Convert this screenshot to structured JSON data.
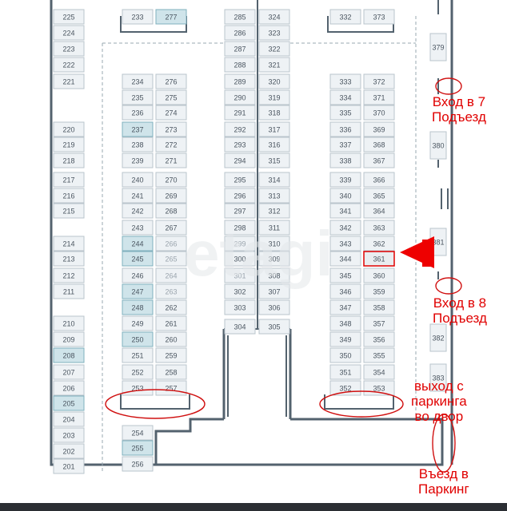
{
  "map": {
    "columns": {
      "c1": [
        "225",
        "224",
        "223",
        "222",
        "221",
        "220",
        "219",
        "218",
        "217",
        "216",
        "215",
        "214",
        "213",
        "212",
        "211",
        "210",
        "209",
        "208",
        "207",
        "206",
        "205",
        "204",
        "203",
        "202",
        "201"
      ],
      "c2": [
        "233",
        "234",
        "235",
        "236",
        "237",
        "238",
        "239",
        "240",
        "241",
        "242",
        "243",
        "244",
        "245",
        "246",
        "247",
        "248",
        "249",
        "250",
        "251",
        "252",
        "253",
        "254",
        "255",
        "256"
      ],
      "c3": [
        "277",
        "276",
        "275",
        "274",
        "273",
        "272",
        "271",
        "270",
        "269",
        "268",
        "267",
        "266",
        "265",
        "264",
        "263",
        "262",
        "261",
        "260",
        "259",
        "258",
        "257"
      ],
      "c4": [
        "285",
        "286",
        "287",
        "288",
        "289",
        "290",
        "291",
        "292",
        "293",
        "294",
        "295",
        "296",
        "297",
        "298",
        "299",
        "300",
        "301",
        "302",
        "303",
        "304"
      ],
      "c5": [
        "324",
        "323",
        "322",
        "321",
        "320",
        "319",
        "318",
        "317",
        "316",
        "315",
        "314",
        "313",
        "312",
        "311",
        "310",
        "309",
        "308",
        "307",
        "306",
        "305"
      ],
      "c6": [
        "332",
        "333",
        "334",
        "335",
        "336",
        "337",
        "338",
        "339",
        "340",
        "341",
        "342",
        "343",
        "344",
        "345",
        "346",
        "347",
        "348",
        "349",
        "350",
        "351",
        "352"
      ],
      "c7": [
        "373",
        "372",
        "371",
        "370",
        "369",
        "368",
        "367",
        "366",
        "365",
        "364",
        "363",
        "362",
        "361",
        "360",
        "359",
        "358",
        "357",
        "356",
        "355",
        "354",
        "353"
      ],
      "c8": [
        "379",
        "380",
        "381",
        "382",
        "383"
      ]
    },
    "highlighted": [
      "277",
      "237",
      "244",
      "245",
      "247",
      "248",
      "250",
      "255",
      "208",
      "205"
    ],
    "faded": [
      "266",
      "265",
      "299",
      "264",
      "301",
      "263"
    ],
    "target_spot": "361",
    "watermark": "etagi"
  },
  "annotations": {
    "entrance7": "Вход в 7\nПодъезд",
    "entrance8": "Вход в 8\nПодъезд",
    "exit_yard": "выход с\nпаркинга\nво двор",
    "parking_entry": "Въезд в\nПаркинг"
  },
  "colors": {
    "accent": "#e00000",
    "wall": "#53626e",
    "highlight": "#cfe4ea"
  }
}
